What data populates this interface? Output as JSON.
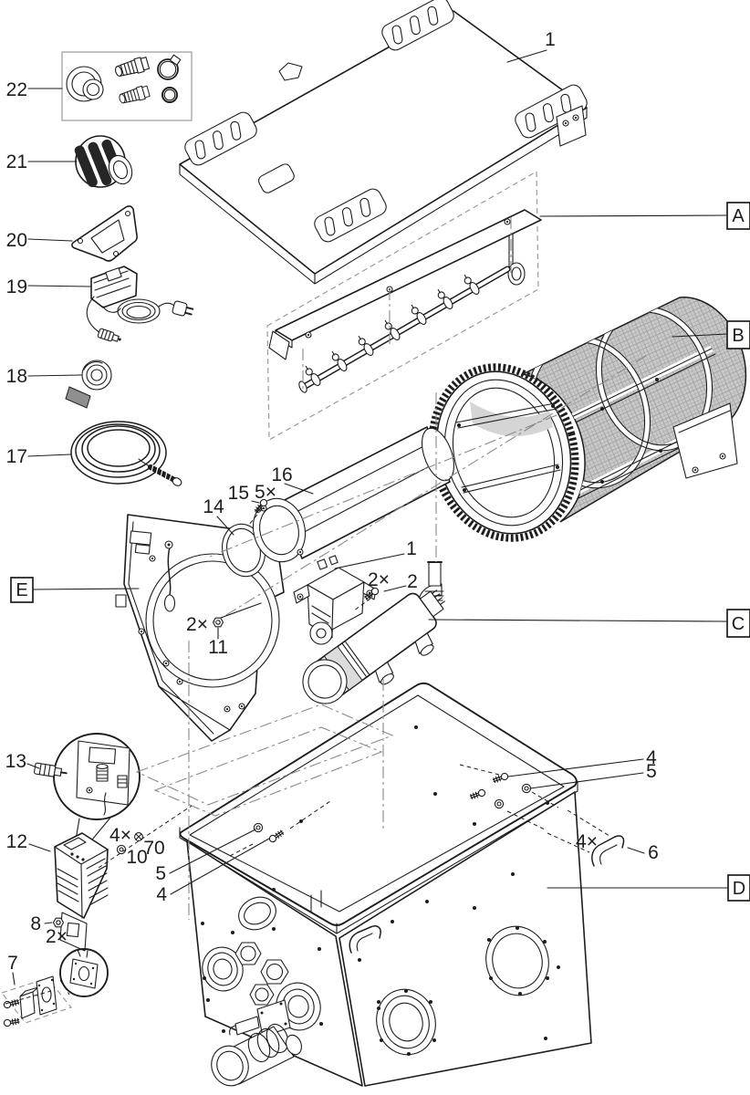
{
  "diagram": {
    "background": "#ffffff",
    "line_color": "#1d1d1b",
    "mesh_fill": "#c9c9c9",
    "mesh_line": "#a5a5a5",
    "light_band": "#dcdcdc",
    "tape_fill": "#8f8f8f",
    "dark_rib": "#262626",
    "guide_color": "#8a8a8a"
  },
  "sections": {
    "a": "A",
    "b": "B",
    "c": "C",
    "d": "D",
    "e": "E"
  },
  "parts": {
    "1": "1",
    "2": "2",
    "4": "4",
    "5": "5",
    "6": "6",
    "7": "7",
    "8": "8",
    "10": "10",
    "11": "11",
    "12": "12",
    "13": "13",
    "14": "14",
    "15": "15",
    "16": "16",
    "17": "17",
    "18": "18",
    "19": "19",
    "20": "20",
    "21": "21",
    "22": "22",
    "70": "70"
  },
  "multipliers": {
    "x2": "2×",
    "x4": "4×",
    "x5": "5×"
  }
}
